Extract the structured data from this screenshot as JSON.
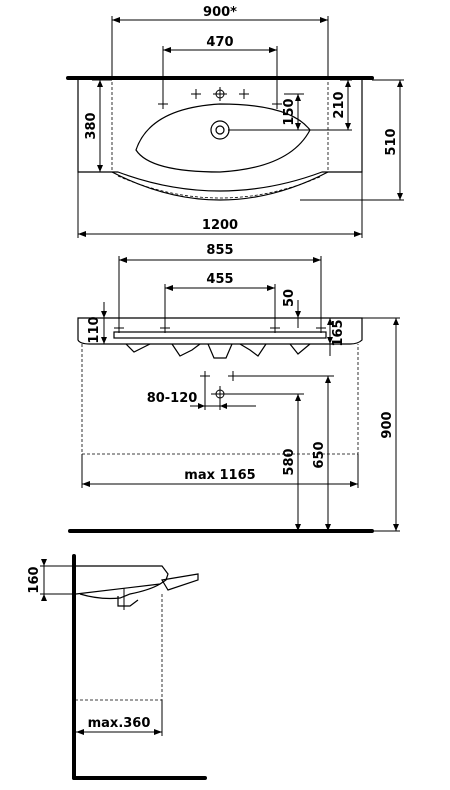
{
  "top_view": {
    "overall_span": "900*",
    "tap_hole_span": "470",
    "tap_depth": "150",
    "waste_depth": "210",
    "inner_depth": "380",
    "total_depth": "510",
    "total_width": "1200"
  },
  "front_view": {
    "bracket_span_outer": "855",
    "bracket_span_inner": "455",
    "rim_offset": "50",
    "rim_height": "110",
    "bowl_height": "165",
    "waste_range": "80-120",
    "cabinet_width": "max 1165",
    "height_580": "580",
    "height_650": "650",
    "height_900": "900"
  },
  "side_view": {
    "rim_height": "160",
    "cabinet_depth": "max.360"
  }
}
